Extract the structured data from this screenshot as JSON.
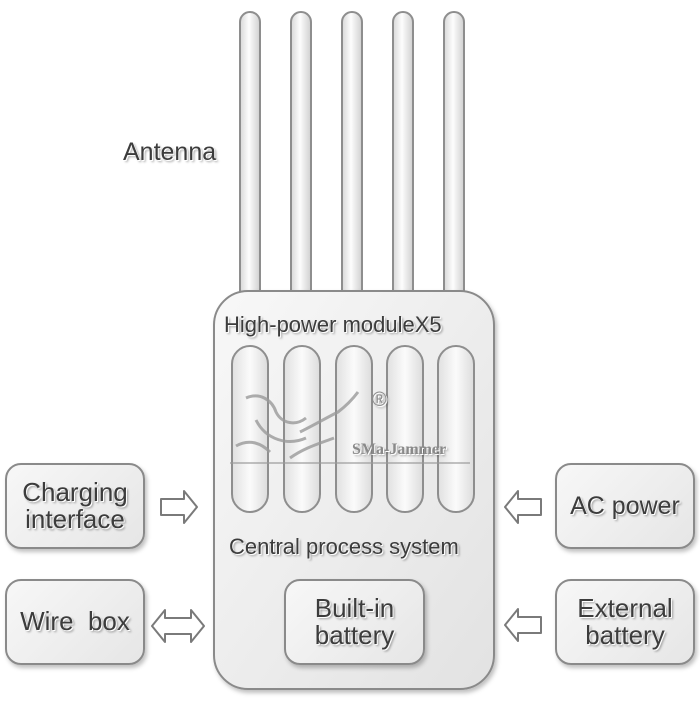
{
  "title": "Antenna",
  "main_unit": {
    "module_label": "High-power moduleX5",
    "process_label": "Central process system",
    "battery_label_line1": "Built-in",
    "battery_label_line2": "battery"
  },
  "watermark": {
    "text": "SMa-Jammer",
    "mark": "®"
  },
  "left_blocks": {
    "charging_line1": "Charging",
    "charging_line2": "interface",
    "wire_box": "Wire  box"
  },
  "right_blocks": {
    "ac_power": "AC power",
    "external_line1": "External",
    "external_line2": "battery"
  },
  "colors": {
    "outline": "#8a8a8a",
    "fill_light": "#f7f7f7",
    "fill_dark": "#e6e6e6",
    "text": "#3c3c3c"
  }
}
